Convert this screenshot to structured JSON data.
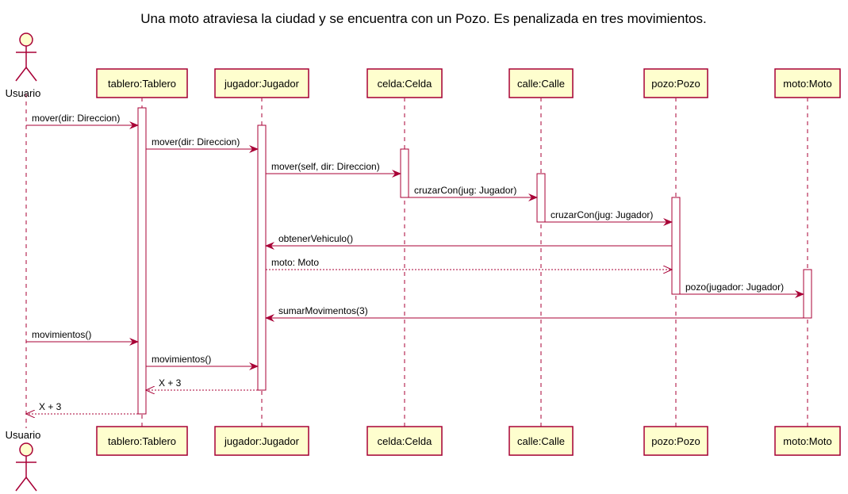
{
  "diagram": {
    "title": "Una moto atraviesa la ciudad y se encuentra con un Pozo. Es penalizada en tres movimientos.",
    "colors": {
      "arrow": "#A80036",
      "participant_fill": "#FEFECE",
      "participant_border": "#A80036",
      "lifeline": "#A80036",
      "activation_fill": "#FFFFFF"
    },
    "actor": {
      "name": "Usuario"
    },
    "participants": [
      {
        "id": "tablero",
        "label": "tablero:Tablero"
      },
      {
        "id": "jugador",
        "label": "jugador:Jugador"
      },
      {
        "id": "celda",
        "label": "celda:Celda"
      },
      {
        "id": "calle",
        "label": "calle:Calle"
      },
      {
        "id": "pozo",
        "label": "pozo:Pozo"
      },
      {
        "id": "moto",
        "label": "moto:Moto"
      }
    ],
    "messages": [
      {
        "from": "usuario",
        "to": "tablero",
        "label": "mover(dir: Direccion)",
        "type": "sync"
      },
      {
        "from": "tablero",
        "to": "jugador",
        "label": "mover(dir: Direccion)",
        "type": "sync"
      },
      {
        "from": "jugador",
        "to": "celda",
        "label": "mover(self, dir: Direccion)",
        "type": "sync"
      },
      {
        "from": "celda",
        "to": "calle",
        "label": "cruzarCon(jug: Jugador)",
        "type": "sync"
      },
      {
        "from": "calle",
        "to": "pozo",
        "label": "cruzarCon(jug: Jugador)",
        "type": "sync"
      },
      {
        "from": "pozo",
        "to": "jugador",
        "label": "obtenerVehiculo()",
        "type": "sync"
      },
      {
        "from": "jugador",
        "to": "pozo",
        "label": "moto: Moto",
        "type": "return"
      },
      {
        "from": "pozo",
        "to": "moto",
        "label": "pozo(jugador: Jugador)",
        "type": "sync"
      },
      {
        "from": "moto",
        "to": "jugador",
        "label": "sumarMovimentos(3)",
        "type": "sync"
      },
      {
        "from": "usuario",
        "to": "tablero",
        "label": "movimientos()",
        "type": "sync"
      },
      {
        "from": "tablero",
        "to": "jugador",
        "label": "movimientos()",
        "type": "sync"
      },
      {
        "from": "jugador",
        "to": "tablero",
        "label": "X + 3",
        "type": "return"
      },
      {
        "from": "tablero",
        "to": "usuario",
        "label": "X + 3",
        "type": "return"
      }
    ]
  }
}
